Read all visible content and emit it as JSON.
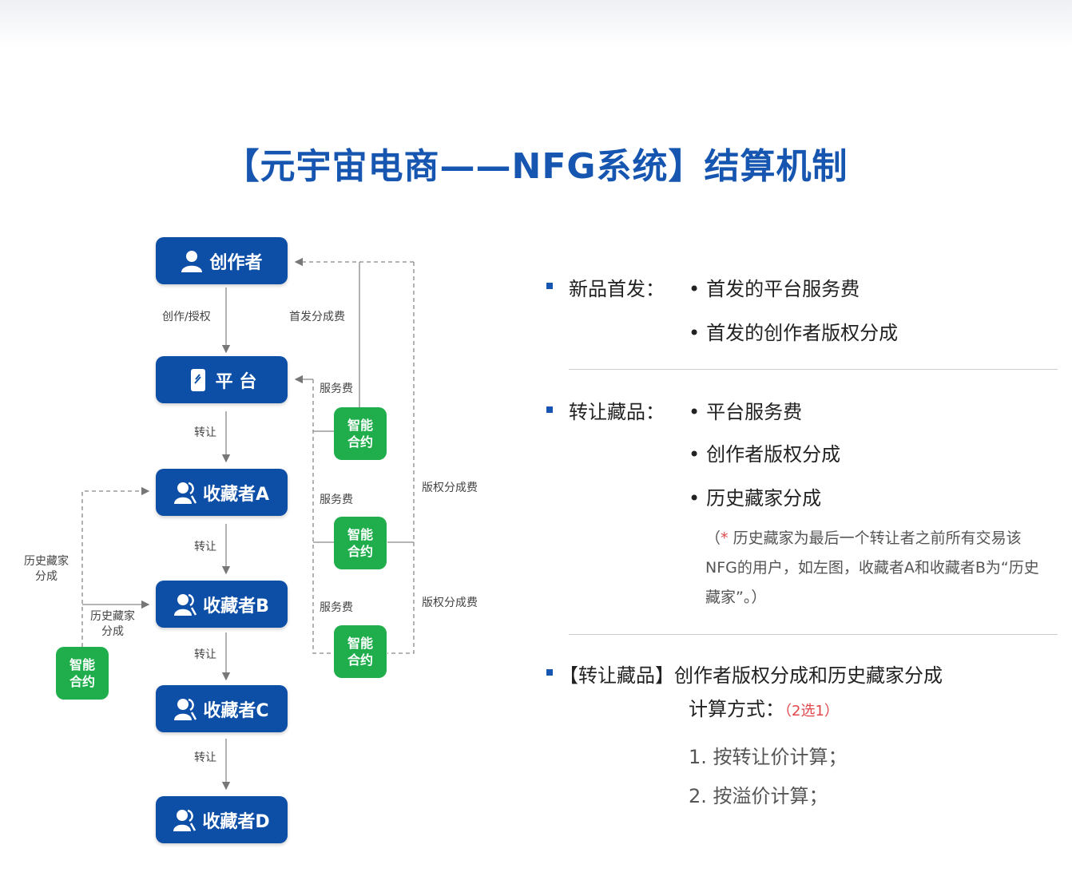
{
  "title": "【元宇宙电商——NFG系统】结算机制",
  "nodes": {
    "creator": "创作者",
    "platform": "平 台",
    "a": "收藏者A",
    "b": "收藏者B",
    "c": "收藏者C",
    "d": "收藏者D"
  },
  "smart_contract": [
    "智能",
    "合约"
  ],
  "edge_labels": {
    "create_auth": "创作/授权",
    "transfer": "转让",
    "first_share": "首发分成费",
    "service_fee": "服务费",
    "copyright_fee": "版权分成费",
    "history_share": [
      "历史藏家",
      "分成"
    ]
  },
  "right": {
    "s1": {
      "heading": "新品首发：",
      "items": [
        "首发的平台服务费",
        "首发的创作者版权分成"
      ]
    },
    "s2": {
      "heading": "转让藏品：",
      "items": [
        "平台服务费",
        "创作者版权分成",
        "历史藏家分成"
      ],
      "note_open": "（",
      "note_star": "*",
      "note": "历史藏家为最后一个转让者之前所有交易该NFG的用户，如左图，收藏者A和收藏者B为“历史藏家”。）"
    },
    "s3": {
      "heading": "【转让藏品】创作者版权分成和历史藏家分成",
      "line2": "计算方式：",
      "choose": "（2选1）",
      "methods": [
        "1. 按转让价计算；",
        "2. 按溢价计算；"
      ]
    }
  },
  "colors": {
    "blue": "#0d4ea6",
    "green": "#1fae4b",
    "title": "#1656b0"
  }
}
